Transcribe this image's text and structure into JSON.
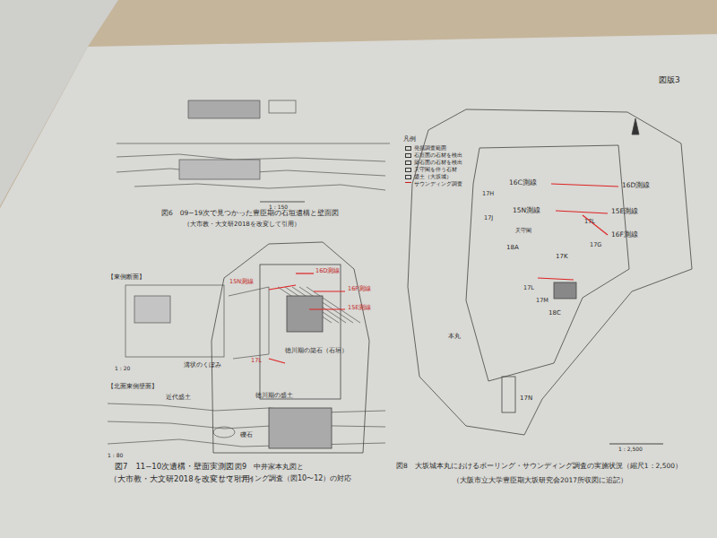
{
  "diagram": {
    "labels": [
      "図版3",
      "図6　09−19次で見つかった豊臣期の石垣遺構と壁面図",
      "（大市教・大文研2018を改変して引用）",
      "図7　11−10次遺構・壁面実測図",
      "（大市教・大文研2018を改変して引用）",
      "図9　中井家本丸図と",
      "サウンディング調査（図10〜12）の対応",
      "図8　大坂城本丸におけるボーリング・サウンディング調査の実施状況（縮尺1：2,500）",
      "（大阪市立大学豊臣期大坂研究会2017所収図に追記）",
      "【東側断面】",
      "溝状のくぼみ",
      "徳川期の築石（石垣）",
      "【北面東側壁面】",
      "近代盛土",
      "徳川期の盛土",
      "礫石",
      "1 : 20",
      "1 : 80",
      "1 : 150",
      "16D測線",
      "15N測線",
      "16F測線",
      "15E測線",
      "17L",
      "16C測線",
      "16D測線",
      "15N測線",
      "15E測線",
      "16F測線",
      "17L",
      "17G",
      "17K",
      "18A",
      "17L",
      "17M",
      "18C",
      "17N",
      "17H",
      "17J",
      "本丸",
      "天守閣",
      "1 : 2,500",
      "凡例"
    ],
    "legend": [
      {
        "text": "発掘調査範囲"
      },
      {
        "text": "石垣面の石材を検出"
      },
      {
        "text": "築石面の石材を検出"
      },
      {
        "text": "天守閣を伴う石材"
      },
      {
        "text": "盛土（大坂城）"
      },
      {
        "text": "サウンディング調査"
      }
    ]
  }
}
